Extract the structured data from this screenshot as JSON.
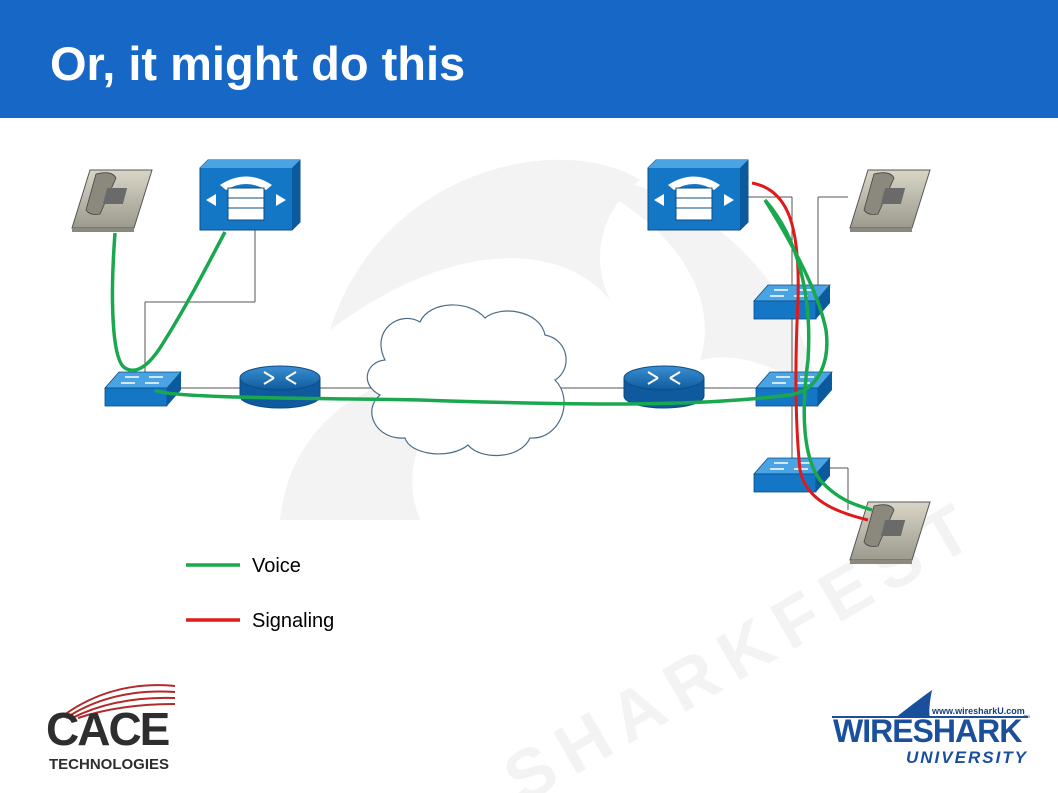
{
  "slide": {
    "title": "Or, it might do this",
    "title_bar_color": "#1767c6"
  },
  "legend": [
    {
      "label": "Voice",
      "color": "#1aa84e"
    },
    {
      "label": "Signaling",
      "color": "#e0191a"
    }
  ],
  "watermark_text": "SHARKFEST",
  "logos": {
    "cace": {
      "word": "CACE",
      "sub": "TECHNOLOGIES"
    },
    "wireshark": {
      "url": "www.wiresharkU.com",
      "word": "WIRESHARK",
      "tm": "™",
      "sub": "UNIVERSITY"
    }
  },
  "devices": [
    {
      "type": "phone",
      "id": "phone-a"
    },
    {
      "type": "call-manager",
      "id": "call-manager-left"
    },
    {
      "type": "switch",
      "id": "switch-left"
    },
    {
      "type": "router",
      "id": "router-left"
    },
    {
      "type": "cloud",
      "id": "wan-cloud"
    },
    {
      "type": "router",
      "id": "router-right"
    },
    {
      "type": "call-manager",
      "id": "call-manager-right"
    },
    {
      "type": "phone",
      "id": "phone-b"
    },
    {
      "type": "switch",
      "id": "switch-right-top"
    },
    {
      "type": "switch",
      "id": "switch-right-middle"
    },
    {
      "type": "switch",
      "id": "switch-right-bottom"
    },
    {
      "type": "phone",
      "id": "phone-c"
    }
  ]
}
